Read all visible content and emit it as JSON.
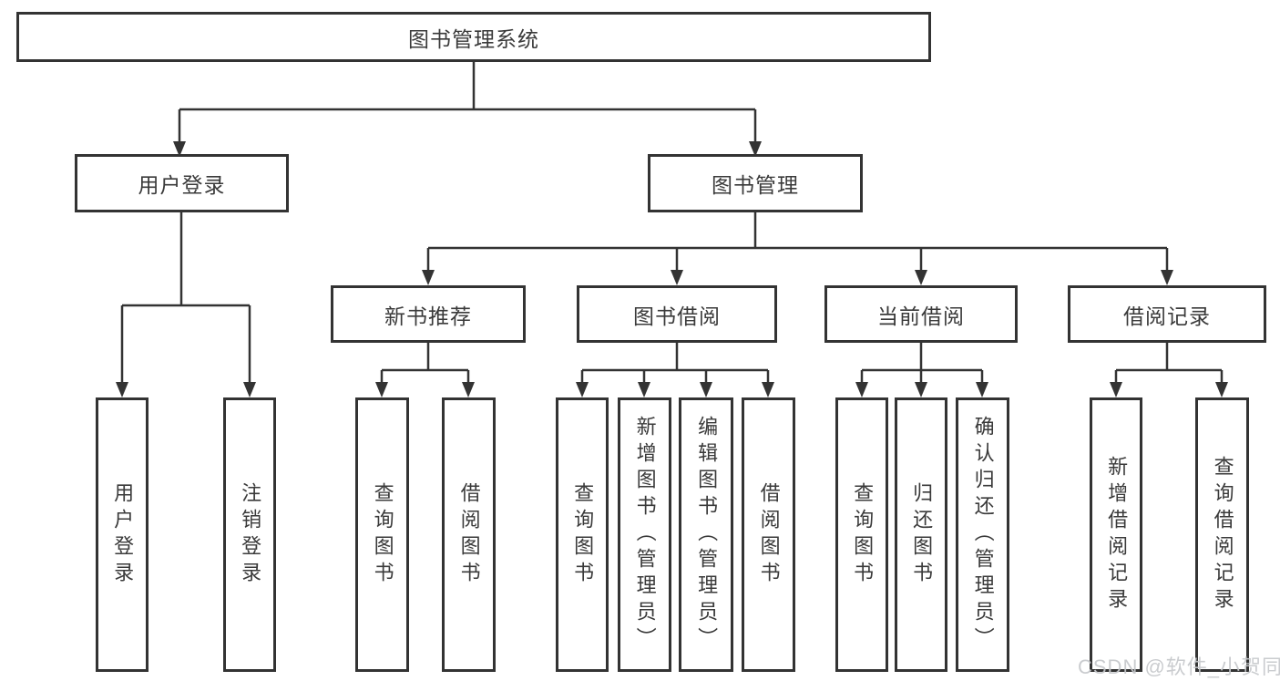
{
  "tree": {
    "root": {
      "label": "图书管理系统"
    },
    "branches": [
      {
        "label": "用户登录",
        "children": [
          {
            "label": "用户登录"
          },
          {
            "label": "注销登录"
          }
        ]
      },
      {
        "label": "图书管理",
        "groups": [
          {
            "label": "新书推荐",
            "children": [
              {
                "label": "查询图书"
              },
              {
                "label": "借阅图书"
              }
            ]
          },
          {
            "label": "图书借阅",
            "children": [
              {
                "label": "查询图书"
              },
              {
                "label": "新增图书（管理员）"
              },
              {
                "label": "编辑图书（管理员）"
              },
              {
                "label": "借阅图书"
              }
            ]
          },
          {
            "label": "当前借阅",
            "children": [
              {
                "label": "查询图书"
              },
              {
                "label": "归还图书"
              },
              {
                "label": "确认归还（管理员）"
              }
            ]
          },
          {
            "label": "借阅记录",
            "children": [
              {
                "label": "新增借阅记录"
              },
              {
                "label": "查询借阅记录"
              }
            ]
          }
        ]
      }
    ]
  },
  "watermark": {
    "text": "CSDN @软件_小贺同学"
  },
  "colors": {
    "line": "#333333",
    "text": "#3a3a3a",
    "background": "#ffffff",
    "watermark": "#c6c8cb"
  }
}
